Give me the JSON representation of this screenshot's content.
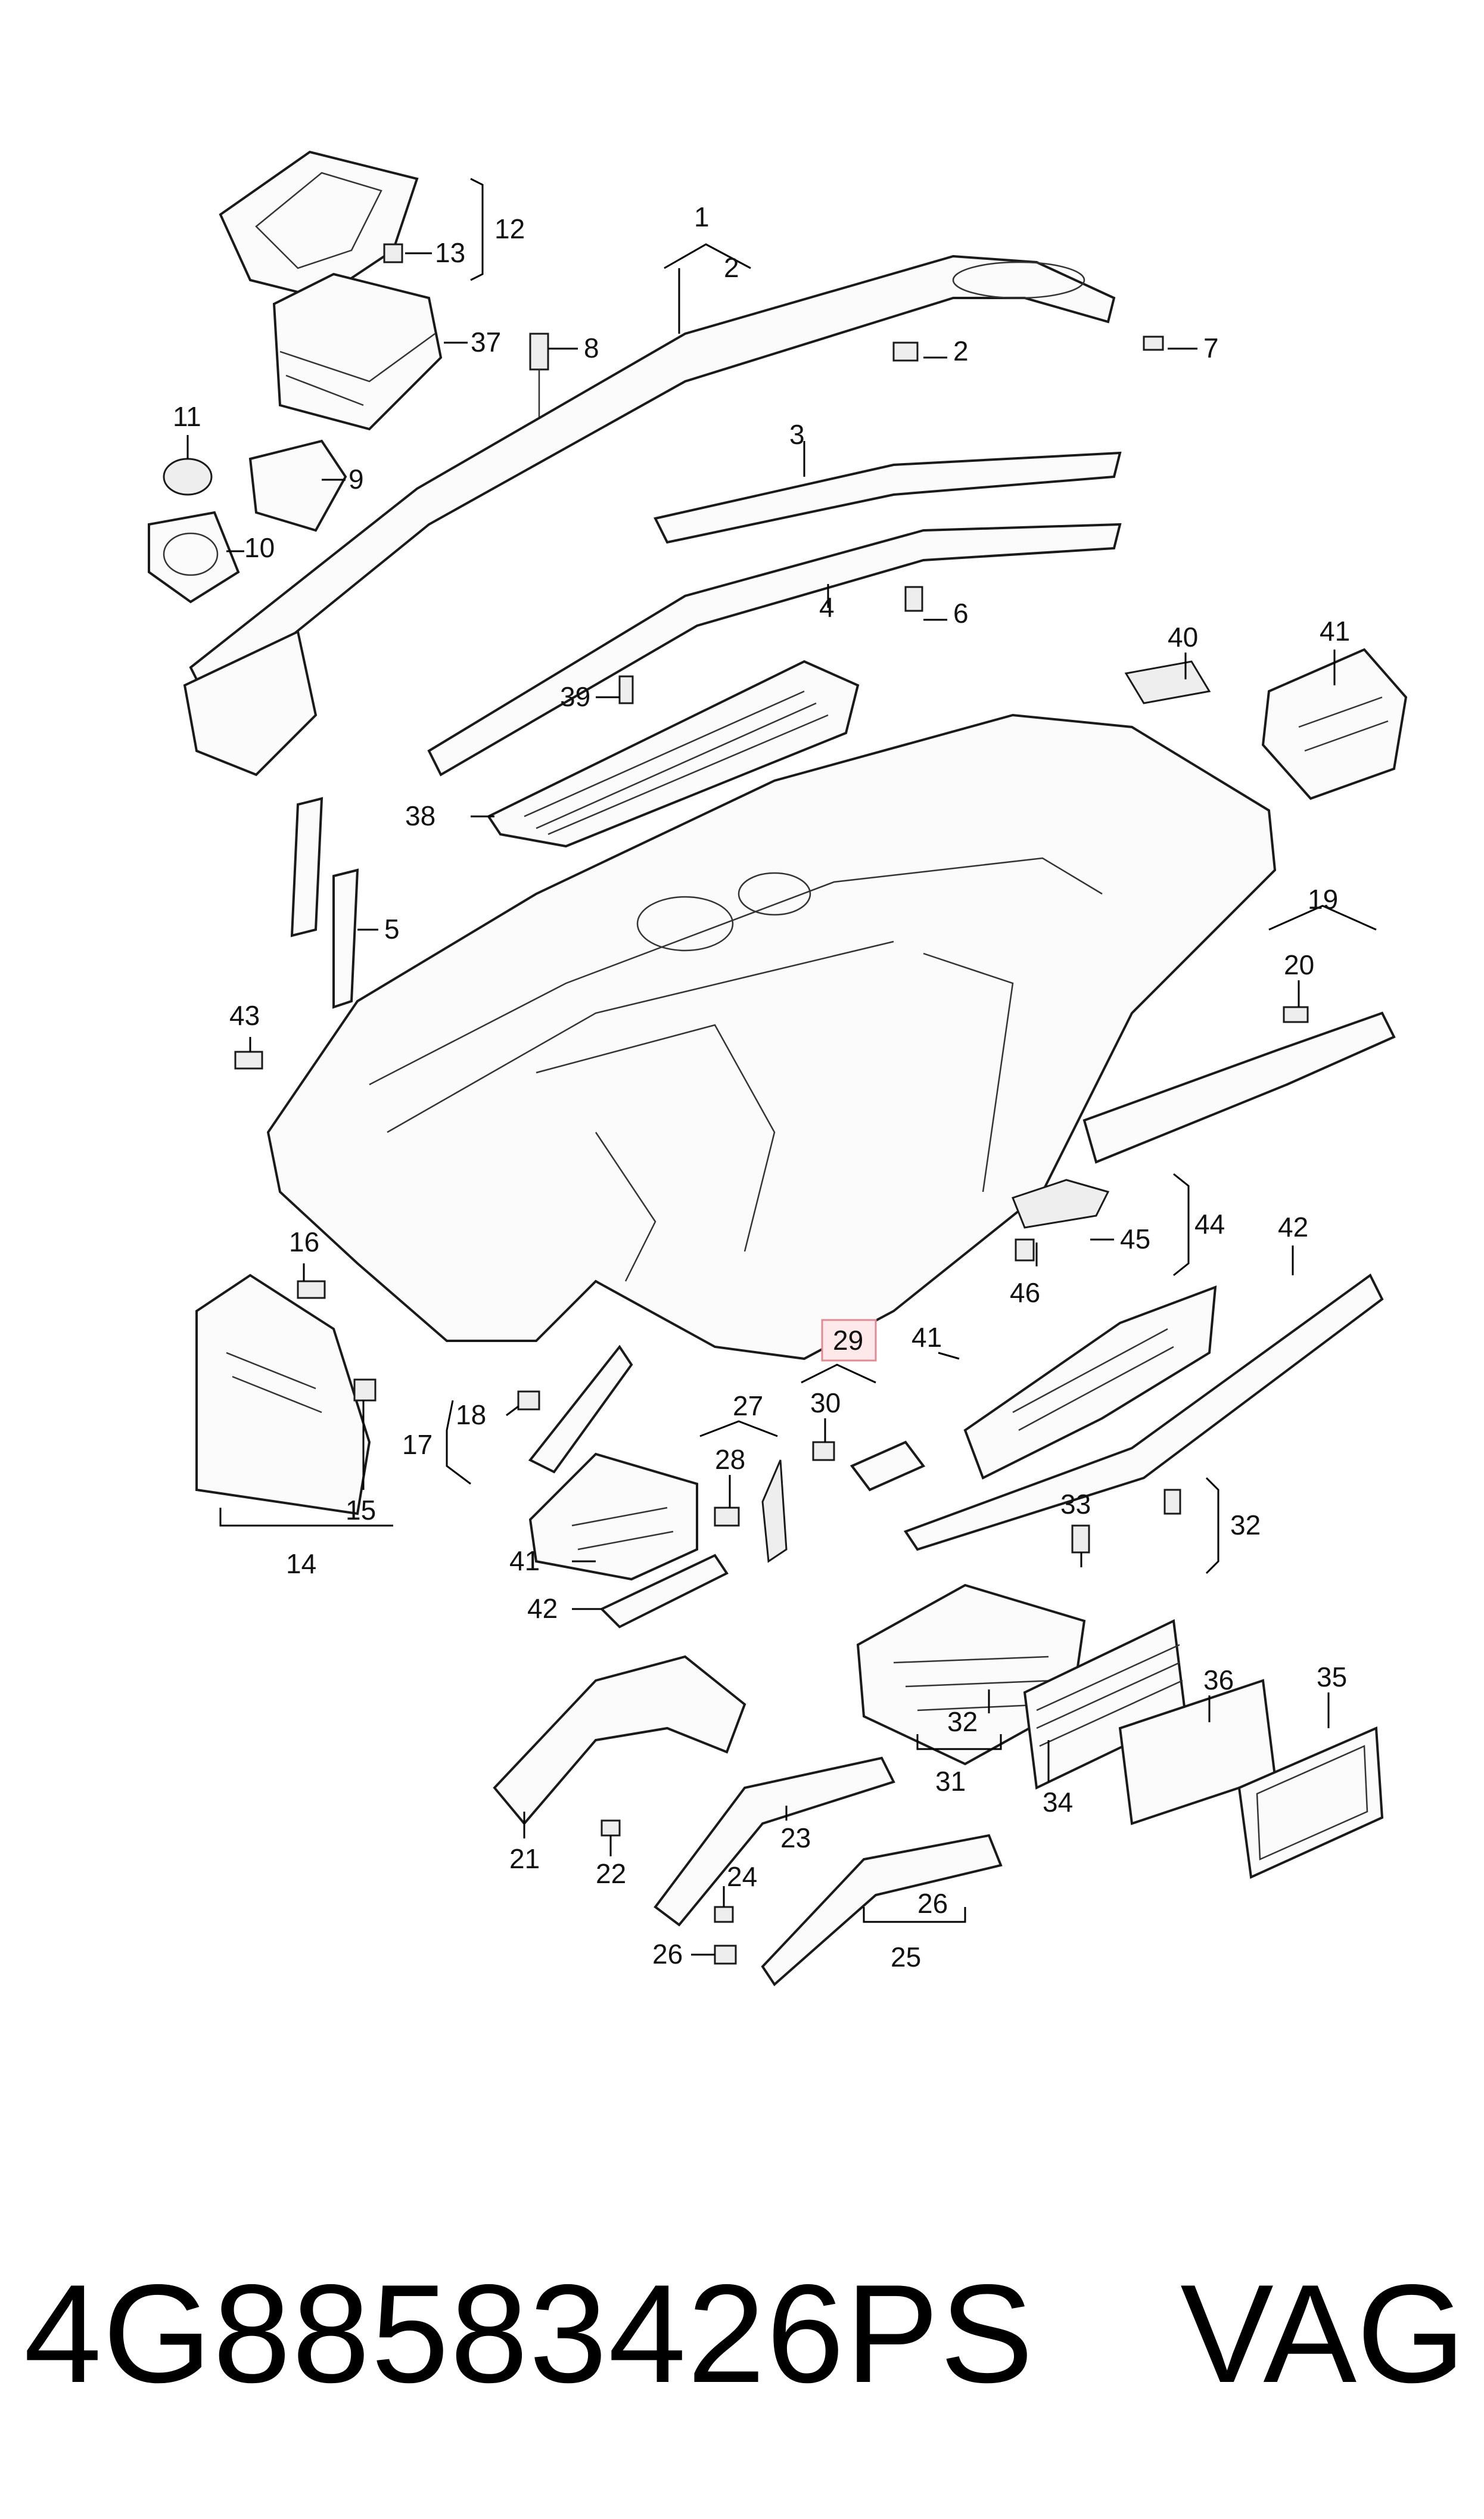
{
  "diagram": {
    "callouts": [
      "1",
      "2",
      "2",
      "3",
      "4",
      "5",
      "6",
      "7",
      "8",
      "9",
      "10",
      "11",
      "12",
      "13",
      "14",
      "15",
      "16",
      "17",
      "18",
      "19",
      "20",
      "21",
      "22",
      "23",
      "24",
      "25",
      "26",
      "26",
      "27",
      "28",
      "29",
      "30",
      "31",
      "32",
      "32",
      "33",
      "34",
      "35",
      "36",
      "37",
      "38",
      "39",
      "40",
      "41",
      "41",
      "41",
      "42",
      "42",
      "43",
      "44",
      "45",
      "46"
    ],
    "highlighted_callout": "29"
  },
  "footer": {
    "part_number": "4G88583426PS",
    "brand": "VAG"
  },
  "colors": {
    "line": "#000000",
    "highlight_fill": "#fde8ea",
    "highlight_border": "#e08a94",
    "background": "#ffffff"
  }
}
